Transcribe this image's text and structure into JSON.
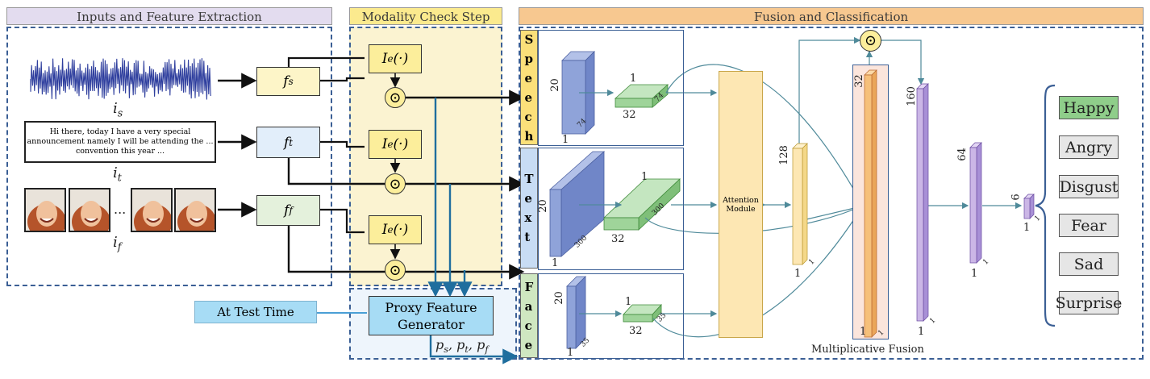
{
  "headers": {
    "inputs": "Inputs and Feature Extraction",
    "modality": "Modality Check Step",
    "fusion": "Fusion and Classification"
  },
  "inputs": {
    "speech_label": "i_s",
    "text_label": "i_t",
    "face_label": "i_f",
    "text_sample": "Hi there, today I have a very special announcement namely I will be attending the ... convention this year ...",
    "face_ellipsis": "...",
    "extractors": [
      "f_s",
      "f_t",
      "f_f"
    ]
  },
  "modality_check": {
    "indicator": "I_e(·)",
    "product_symbol": "⊙",
    "test_time": "At Test Time",
    "proxy": "Proxy Feature Generator",
    "proxy_outputs": "p_s, p_t, p_f"
  },
  "fusion": {
    "modalities": [
      "Speech",
      "Text",
      "Face"
    ],
    "attention": "Attention Module",
    "multiplicative": "Multiplicative Fusion",
    "dims": {
      "speech_in": [
        "20",
        "74",
        "1"
      ],
      "speech_out": [
        "1",
        "74",
        "32"
      ],
      "text_in": [
        "20",
        "300",
        "1"
      ],
      "text_out": [
        "1",
        "300",
        "32"
      ],
      "face_in": [
        "20",
        "35",
        "1"
      ],
      "face_out": [
        "1",
        "35",
        "32"
      ],
      "v128": [
        "128",
        "1",
        "1"
      ],
      "v32": [
        "32",
        "1",
        "1"
      ],
      "v160": [
        "160",
        "1",
        "1"
      ],
      "v64": [
        "64",
        "1",
        "1"
      ],
      "v6": [
        "6",
        "1",
        "1"
      ]
    }
  },
  "emotions": [
    "Happy",
    "Angry",
    "Disgust",
    "Fear",
    "Sad",
    "Surprise"
  ],
  "colors": {
    "yellow": "#fcee9b",
    "speech_tab": "#fbe07a",
    "text_tab": "#c8dcf4",
    "face_tab": "#cfe7c1",
    "blue_block": "#8fa3d9",
    "green_block": "#9fd49a",
    "attention": "#fde7b3",
    "purple": "#cbb6e6",
    "happy": "#8fce8a",
    "neutral": "#e6e6e6",
    "region_border": "#3b5f95",
    "arrow_blue": "#1f6e9e"
  }
}
